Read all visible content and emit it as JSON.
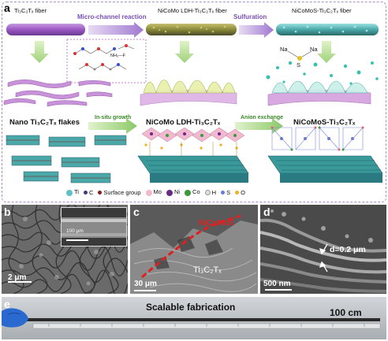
{
  "panel_a": {
    "label": "a",
    "fiber1": "Ti₃C₂Tₓ fiber",
    "fiber2": "NiCoMo LDH-Ti₃C₂Tₓ fiber",
    "fiber3": "NiCoMoS-Ti₃C₂Tₓ fiber",
    "step1": "Micro-channel reaction",
    "step2": "Sulfuration",
    "step3": "In-situ growth",
    "step4": "Anion exchange",
    "flakes": "Nano Ti₃C₂Tₓ  flakes",
    "mid": "NiCoMo LDH-Ti₃C₂Tₓ",
    "right": "NiCoMoS-Ti₃C₂Tₓ",
    "na1": "Na",
    "na2": "Na",
    "s": "S",
    "nh": "NH₂—F",
    "legend": {
      "ti": "Ti",
      "c": "C",
      "surface": "Surface group",
      "mo": "Mo",
      "ni": "Ni",
      "co": "Co",
      "h": "H",
      "s": "S",
      "o": "O"
    }
  },
  "panel_b": {
    "label": "b",
    "scale": "2 μm",
    "inset_scale": "100 μm"
  },
  "panel_c": {
    "label": "c",
    "top": "NiCoMoS",
    "bottom": "Ti₃C₂Tₓ",
    "scale": "30 μm"
  },
  "panel_d": {
    "label": "d",
    "thickness": "d=0.2 μm",
    "scale": "500 nm"
  },
  "panel_e": {
    "label": "e",
    "title": "Scalable fabrication",
    "length": "100 cm"
  },
  "colors": {
    "ti": "#5fc0c8",
    "c": "#3a3a7a",
    "surface": "#8a1a1a",
    "mo": "#f2b8d0",
    "ni": "#6a2a8a",
    "co": "#3a9a3a",
    "h": "#e8e8e8",
    "s": "#6a7ad8",
    "o": "#f0b020"
  }
}
